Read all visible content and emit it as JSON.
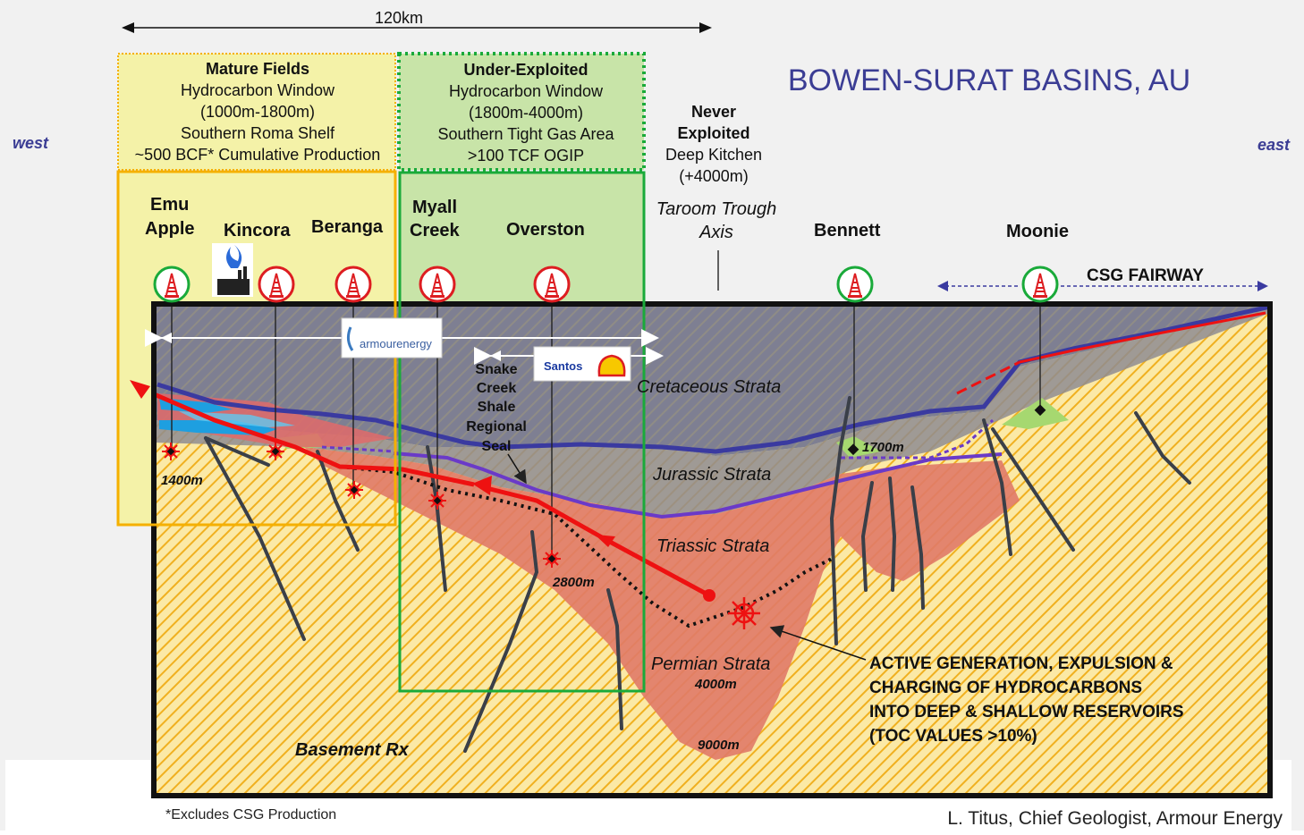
{
  "scale_bar": {
    "label": "120km"
  },
  "title": "BOWEN-SURAT BASINS, AU",
  "directions": {
    "west": "west",
    "east": "east"
  },
  "zones": {
    "mature": {
      "heading": "Mature Fields",
      "lines": [
        "Hydrocarbon Window",
        "(1000m-1800m)",
        "Southern Roma Shelf",
        "~500 BCF* Cumulative Production"
      ]
    },
    "under_exploited": {
      "heading": "Under-Exploited",
      "lines": [
        "Hydrocarbon Window",
        "(1800m-4000m)",
        "Southern Tight Gas Area",
        ">100 TCF OGIP"
      ]
    },
    "never_exploited": {
      "heading_lines": [
        "Never",
        "Exploited"
      ],
      "lines": [
        "Deep Kitchen",
        "(+4000m)"
      ]
    }
  },
  "taroom": {
    "lines": [
      "Taroom Trough",
      "Axis"
    ]
  },
  "wells": {
    "emu_apple": [
      "Emu",
      "Apple"
    ],
    "kincora": "Kincora",
    "beranga": "Beranga",
    "myall_creek": [
      "Myall",
      "Creek"
    ],
    "overston": "Overston",
    "bennett": "Bennett",
    "moonie": "Moonie"
  },
  "csg_fairway": "CSG FAIRWAY",
  "logos": {
    "armour": "armourenergy",
    "santos": "Santos"
  },
  "seal_label": [
    "Snake",
    "Creek",
    "Shale",
    "Regional",
    "Seal"
  ],
  "strata": {
    "cretaceous": "Cretaceous Strata",
    "jurassic": "Jurassic Strata",
    "triassic": "Triassic Strata",
    "permian": "Permian Strata",
    "basement": "Basement Rx"
  },
  "depths": {
    "d1400": "1400m",
    "d1700": "1700m",
    "d2800": "2800m",
    "d4000": "4000m",
    "d9000": "9000m"
  },
  "callout": [
    "ACTIVE GENERATION, EXPULSION &",
    "CHARGING OF HYDROCARBONS",
    "INTO DEEP & SHALLOW RESERVOIRS",
    "(TOC VALUES >10%)"
  ],
  "footnote": "*Excludes CSG Production",
  "credit": "L. Titus, Chief Geologist, Armour Energy",
  "colors": {
    "basement": "#fbe9a6",
    "hatch": "#f0b020",
    "cretaceous": "#8a8aa0",
    "permian": "#e07a68",
    "triassic_red": "#e04040",
    "migration": "#ee1111",
    "mature_box": "#f5b000",
    "under_box": "#1aaa3a",
    "surface_line": "#3a3aa0",
    "jurassic_line": "#7a3ac8",
    "fault": "#3a3f48",
    "title": "#3b3d94"
  }
}
